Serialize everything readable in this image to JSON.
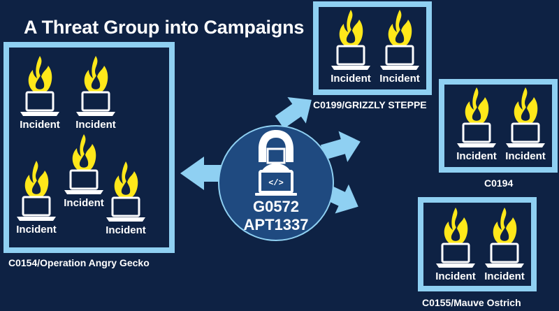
{
  "title": "A Threat Group into Campaigns",
  "group": {
    "id": "G0572",
    "name": "APT1337",
    "icon": "hacker-icon"
  },
  "incident_label": "Incident",
  "colors": {
    "background": "#0e2244",
    "frame": "#8fd0f2",
    "fire": "#ffe81a",
    "laptop": "#ffffff"
  },
  "campaigns": [
    {
      "name": "C0154/Operation Angry Gecko",
      "incident_count": 5
    },
    {
      "name": "C0199/GRIZZLY STEPPE",
      "incident_count": 2
    },
    {
      "name": "C0194",
      "incident_count": 2
    },
    {
      "name": "C0155/Mauve Ostrich",
      "incident_count": 2
    }
  ]
}
